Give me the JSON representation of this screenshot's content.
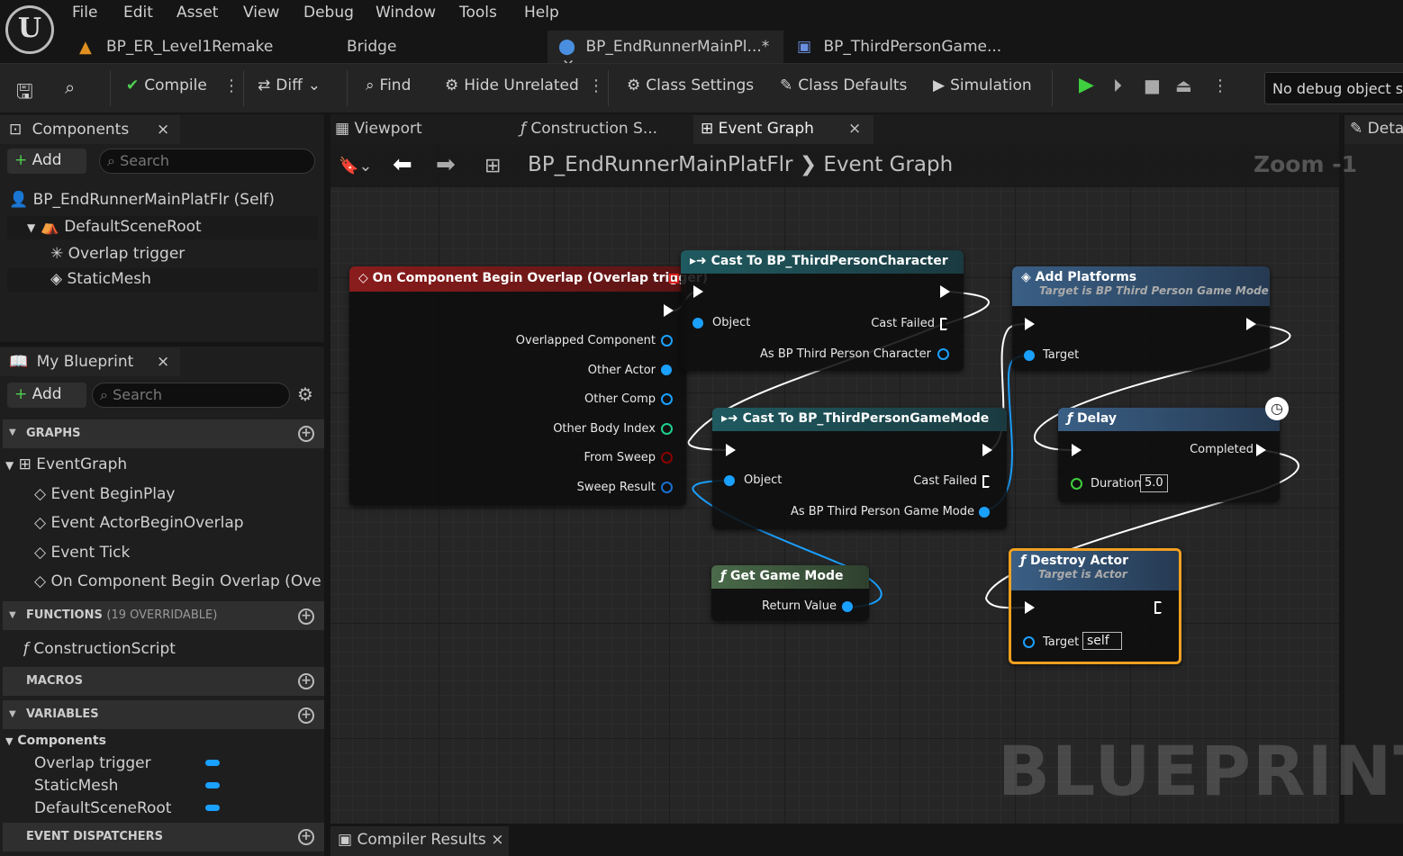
{
  "menu": [
    "File",
    "Edit",
    "Asset",
    "View",
    "Debug",
    "Window",
    "Tools",
    "Help"
  ],
  "doc_tabs": [
    "BP_ER_Level1Remake",
    "Bridge",
    "BP_EndRunnerMainPl...*",
    "BP_ThirdPersonGame..."
  ],
  "toolbar": {
    "compile": "Compile",
    "diff": "Diff",
    "find": "Find",
    "hide_unrelated": "Hide Unrelated",
    "class_settings": "Class Settings",
    "class_defaults": "Class Defaults",
    "simulation": "Simulation",
    "debug_object": "No debug object se"
  },
  "components_panel": {
    "title": "Components",
    "add": "Add",
    "search_placeholder": "Search",
    "items": [
      "BP_EndRunnerMainPlatFlr (Self)",
      "DefaultSceneRoot",
      "Overlap trigger",
      "StaticMesh"
    ]
  },
  "my_blueprint": {
    "title": "My Blueprint",
    "add": "Add",
    "search_placeholder": "Search",
    "graphs_header": "GRAPHS",
    "graphs": [
      "EventGraph",
      "Event BeginPlay",
      "Event ActorBeginOverlap",
      "Event Tick",
      "On Component Begin Overlap (Overlap"
    ],
    "functions_header": "FUNCTIONS",
    "functions_note": "(19 OVERRIDABLE)",
    "functions": [
      "ConstructionScript"
    ],
    "macros_header": "MACROS",
    "variables_header": "VARIABLES",
    "variables_group": "Components",
    "variables": [
      "Overlap trigger",
      "StaticMesh",
      "DefaultSceneRoot"
    ],
    "dispatchers_header": "EVENT DISPATCHERS"
  },
  "graph_tabs": [
    "Viewport",
    "Construction S...",
    "Event Graph"
  ],
  "breadcrumb": {
    "blueprint": "BP_EndRunnerMainPlatFlr",
    "graph": "Event Graph",
    "zoom": "Zoom -1"
  },
  "details_tab": "Deta",
  "compiler_results": "Compiler Results",
  "watermark": "BLUEPRINT",
  "nodes": {
    "overlap_event": {
      "title": "On Component Begin Overlap (Overlap trigger)",
      "pins": [
        "Overlapped Component",
        "Other Actor",
        "Other Comp",
        "Other Body Index",
        "From Sweep",
        "Sweep Result"
      ]
    },
    "cast_character": {
      "title": "Cast To BP_ThirdPersonCharacter",
      "object": "Object",
      "cast_failed": "Cast Failed",
      "as_output": "As BP Third Person Character"
    },
    "add_platforms": {
      "title": "Add Platforms",
      "subtitle": "Target is BP Third Person Game Mode",
      "target": "Target"
    },
    "cast_gamemode": {
      "title": "Cast To BP_ThirdPersonGameMode",
      "object": "Object",
      "cast_failed": "Cast Failed",
      "as_output": "As BP Third Person Game Mode"
    },
    "delay": {
      "title": "Delay",
      "completed": "Completed",
      "duration": "Duration",
      "duration_value": "5.0"
    },
    "get_game_mode": {
      "title": "Get Game Mode",
      "return_value": "Return Value"
    },
    "destroy_actor": {
      "title": "Destroy Actor",
      "subtitle": "Target is Actor",
      "target": "Target",
      "target_value": "self"
    }
  },
  "colors": {
    "event_header": "#8a1c1c",
    "cast_header": "#1f4f55",
    "function_header": "#2f4f6f",
    "pure_header": "#3d5a3d",
    "object_pin": "#1aa0ff",
    "int_pin": "#1fcf8f",
    "bool_pin": "#8a0000",
    "selected_outline": "#f0a020"
  }
}
